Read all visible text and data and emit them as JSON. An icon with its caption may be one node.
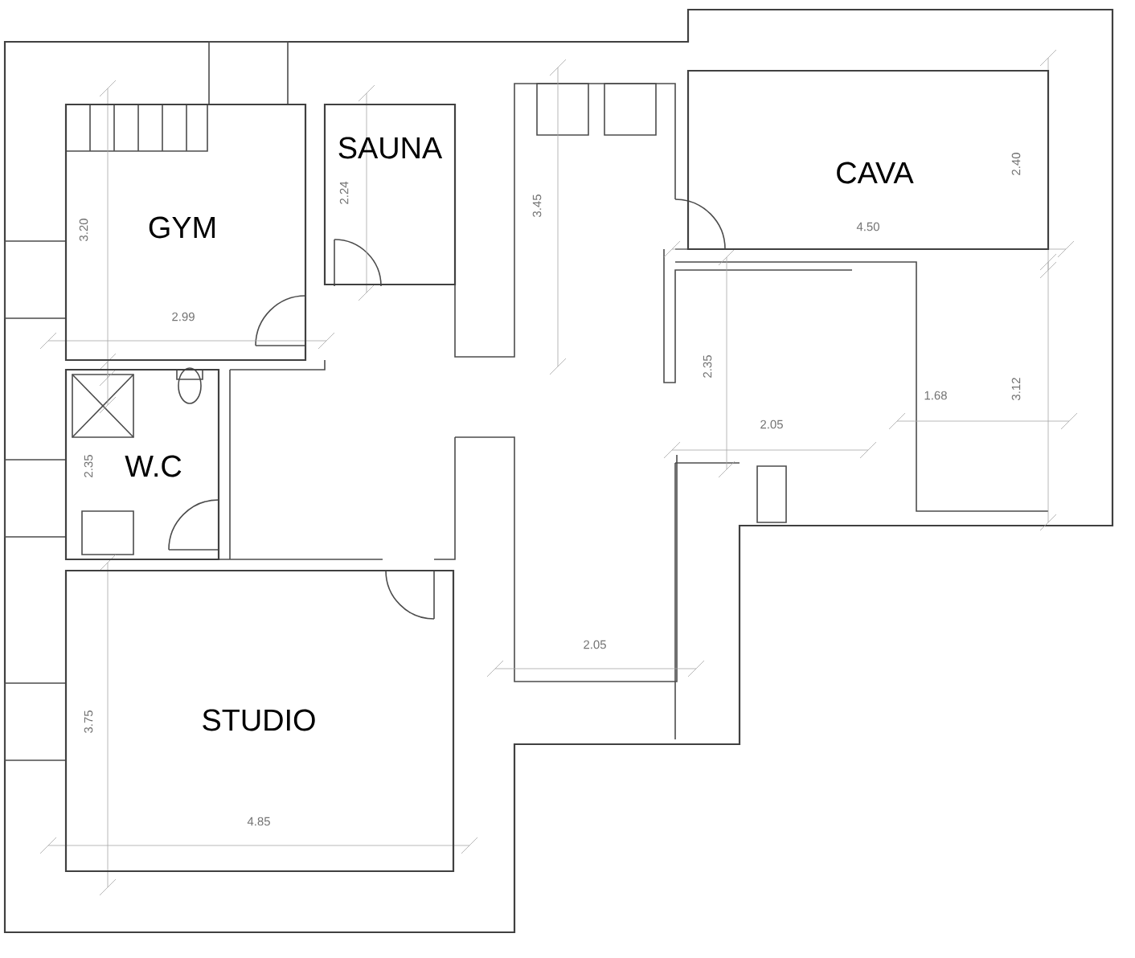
{
  "diagram": {
    "nodes": [
      {
        "text": [
          "GYM"
        ]
      },
      {
        "text": [
          "SAUNA"
        ]
      },
      {
        "text": [
          "CAVA"
        ]
      },
      {
        "text": [
          "W.C"
        ]
      },
      {
        "text": [
          "STUDIO"
        ]
      }
    ],
    "labels": [
      "3.20",
      "2.24",
      "3.45",
      "2.40",
      "4.50",
      "2.99",
      "2.35",
      "2.05",
      "1.68",
      "3.12",
      "2.35",
      "2.05",
      "3.75",
      "4.85"
    ]
  }
}
